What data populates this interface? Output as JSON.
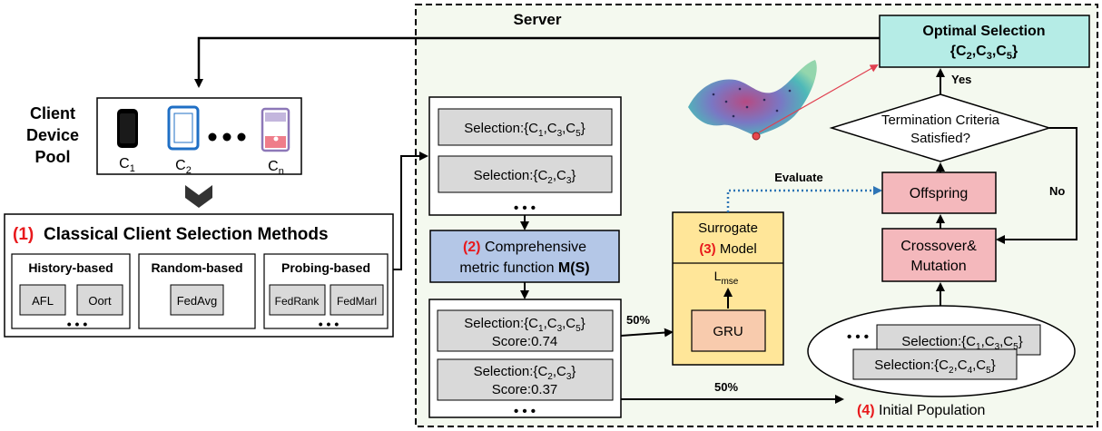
{
  "server": {
    "title": "Server"
  },
  "client_pool": {
    "title_lines": [
      "Client",
      "Device",
      "Pool"
    ],
    "devices": [
      {
        "icon": "smartphone-icon",
        "label": "C",
        "sub": "1"
      },
      {
        "icon": "tablet-icon",
        "label": "C",
        "sub": "2"
      },
      {
        "icon": "ellipsis-icon",
        "label": "",
        "sub": ""
      },
      {
        "icon": "tablet-alt-icon",
        "label": "C",
        "sub": "n"
      }
    ]
  },
  "classical": {
    "number": "(1)",
    "title": "Classical Client Selection Methods",
    "groups": [
      {
        "title": "History-based",
        "methods": [
          "AFL",
          "Oort"
        ],
        "more": "• • •"
      },
      {
        "title": "Random-based",
        "methods": [
          "FedAvg"
        ],
        "more": ""
      },
      {
        "title": "Probing-based",
        "methods": [
          "FedRank",
          "FedMarl"
        ],
        "more": "• • •"
      }
    ]
  },
  "candidate_selections": {
    "items": [
      {
        "prefix": "Selection:{C",
        "subs": [
          "1",
          "3",
          "5"
        ]
      },
      {
        "prefix": "Selection:{C",
        "subs": [
          "2",
          "3"
        ]
      }
    ],
    "more": "• • •"
  },
  "metric": {
    "number": "(2)",
    "line1": "Comprehensive",
    "line2": "metric function ",
    "line2_bold": "M(S)"
  },
  "scored_selections": {
    "items": [
      {
        "prefix": "Selection:{C",
        "subs": [
          "1",
          "3",
          "5"
        ],
        "score": "Score:0.74"
      },
      {
        "prefix": "Selection:{C",
        "subs": [
          "2",
          "3"
        ],
        "score": "Score:0.37"
      }
    ],
    "more": "• • •"
  },
  "split": {
    "to_model": "50%",
    "to_population": "50%"
  },
  "surrogate": {
    "number": "(3)",
    "line1": "Surrogate",
    "line2": "Model",
    "loss": "L",
    "loss_sub": "mse",
    "network": "GRU"
  },
  "evaluate_label": "Evaluate",
  "ga": {
    "offspring": "Offspring",
    "crossover_line1": "Crossover&",
    "crossover_line2": "Mutation",
    "termination_line1": "Termination Criteria",
    "termination_line2": "Satisfied?",
    "yes": "Yes",
    "no": "No"
  },
  "optimal": {
    "title": "Optimal Selection",
    "subs": [
      "2",
      "3",
      "5"
    ]
  },
  "population": {
    "more": "• • •",
    "items": [
      {
        "prefix": "Selection:{C",
        "subs": [
          "1",
          "3",
          "5"
        ]
      },
      {
        "prefix": "Selection:{C",
        "subs": [
          "2",
          "4",
          "5"
        ]
      }
    ],
    "number": "(4)",
    "label": "Initial Population"
  },
  "colors": {
    "red_number": "#e8191c",
    "gray_box": "#d9d9d9",
    "blue_box": "#b4c7e7",
    "yellow_box": "#ffe699",
    "gru_box": "#f8cbad",
    "pink_box": "#f4b8bc",
    "teal_box": "#b5ece6",
    "server_bg": "#f4f9ef",
    "dotted_blue": "#2e75b6"
  }
}
